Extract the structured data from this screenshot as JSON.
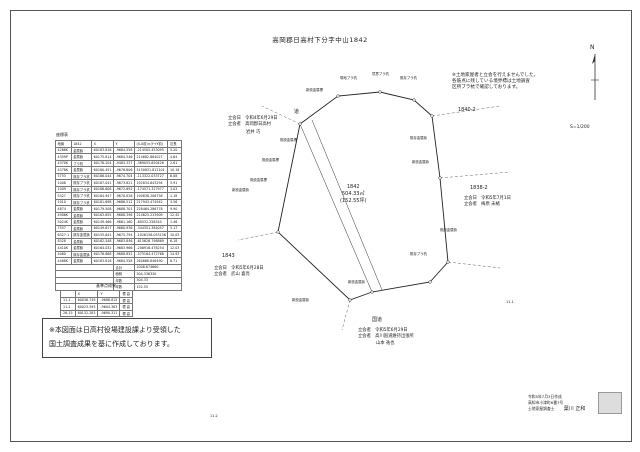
{
  "title": "高岡郡日高村下分字中山1842",
  "north_label": "N",
  "scale": "S=1/200",
  "notice": [
    "※土地家屋者と立会を行えませんでした。",
    "各筋点に残している境界標は土地調査",
    "区所ブラ杭で確認しております。"
  ],
  "neighbors": {
    "road_top": "道",
    "road_top_witness": [
      "立会日　令和4年6月29日",
      "立会者　高岡郡日高村"
    ],
    "road_top_name": "岩井 巧",
    "right_lot": "1840-2",
    "right_lot2": "1838-2",
    "right_witness": [
      "立会日　令和5年7月1日",
      "立会者　梅原 未緒"
    ],
    "left_lot": "1843",
    "left_witness": [
      "立会日　令和5年6月28日",
      "立会者　武山 喜亮"
    ],
    "bottom_road": "国道",
    "bottom_witness": [
      "立会者　令和5年6月29日",
      "立会者　高川国道維持出張所"
    ],
    "bottom_name": "山本 祐也"
  },
  "lot": {
    "number": "1842",
    "area": "504.33㎡",
    "area2": "(152.55坪)"
  },
  "point_labels": [
    "現地プラ杭",
    "境界プラ杭",
    "既存プラ杭",
    "新設金属標",
    "既設金属標",
    "既設金属標",
    "既設金属標",
    "新設金属鋲",
    "既存金属鋲",
    "新設金属鋲",
    "既設金属鋲",
    "既存プラ杭",
    "新設金属鋲",
    "新設金属鋲"
  ],
  "coord_caption": "座標表",
  "coord_headers": [
    "地番",
    "1842",
    "X",
    "Y",
    "(X-X前)×(Y+Y前)",
    "辺長"
  ],
  "coord_rows": [
    [
      "4268K",
      "金属鋲",
      "60183.816",
      "-9684.558",
      "-214505.453095",
      "5.20"
    ],
    [
      "4359P",
      "金属鋲",
      "60175.814",
      "-9684.546",
      "214682.884027",
      "4.64"
    ],
    [
      "4370K",
      "プラ杭",
      "60176.204",
      "-9483.337",
      "-369055.650426",
      "2.81"
    ],
    [
      "4378K",
      "金属鋲",
      "60180.451",
      "-9676.806",
      "5150831.812101",
      "10.18"
    ],
    [
      "5753",
      "既存プラ杭",
      "60186.044",
      "-9674.704",
      "-113322.033727",
      "6.08"
    ],
    [
      "1008",
      "既存プラ杭",
      "60187.041",
      "-9673.821",
      "192834.643294",
      "3.91"
    ],
    [
      "1009",
      "既存プラ杭",
      "60186.608",
      "-9672.692",
      "-174571.327977",
      "3.03"
    ],
    [
      "5327",
      "既存プラ杭",
      "60184.947",
      "-9670.026",
      "190838.206758",
      "1.18"
    ],
    [
      "1010",
      "既存プラ杭",
      "60181.698",
      "-9686.512",
      "217943.474942",
      "3.56"
    ],
    [
      "4874",
      "金属鋲",
      "60179.508",
      "-9688.701",
      "228464.286778",
      "9.90"
    ],
    [
      "4906K",
      "金属鋲",
      "60163.655",
      "-9688.396",
      "214625.213909",
      "12.45"
    ],
    [
      "5024K",
      "金属鋲",
      "60149.466",
      "-9661.160",
      "-60532.258544",
      "1.46"
    ],
    [
      "7557",
      "金属鋲",
      "60149.617",
      "-9660.936",
      "-344351.384057",
      "5.17"
    ],
    [
      "6327-1",
      "既存金属鋲",
      "60155.641",
      "-9675.794",
      "-1026156.053156",
      "10.03"
    ],
    [
      "8328",
      "金属鋲",
      "60162.548",
      "-9683.846",
      "-615626.798869",
      "6.18"
    ],
    [
      "4410K",
      "金属鋲",
      "60164.032",
      "-9683.966",
      "-206916.478254",
      "12.03"
    ],
    [
      "4060",
      "既存金属鋲",
      "60176.868",
      "-9688.852",
      "-575164.472768",
      "14.93"
    ],
    [
      "4488K",
      "金属鋲",
      "60183.816",
      "-9684.558",
      "264668.846490",
      "8.71"
    ]
  ],
  "coord_summary": [
    [
      "合計",
      "1008.674660"
    ],
    [
      "面積",
      "504.336330"
    ],
    [
      "坪数",
      "504.33"
    ],
    [
      "坪数",
      "152.55"
    ]
  ],
  "bm_caption": "基準点成果",
  "bm_headers": [
    "",
    "X",
    "Y",
    "標 高"
  ],
  "bm_rows": [
    [
      "11-1",
      "60036.749",
      "-9686.815",
      "標 高"
    ],
    [
      "11-2",
      "60023.393",
      "-9604.383",
      "標 高"
    ],
    [
      "26-15",
      "60132.283",
      "-9690.311",
      "標 高"
    ]
  ],
  "note": [
    "※本図面は日高村役場建設課より受領した",
    "国土調査成果を基に作成しております。"
  ],
  "stamp": {
    "date": "令和5年7月3日作成",
    "address": "高知市小津町6番7号",
    "title_line": "土地家屋調査士",
    "name": "葉川 正和"
  },
  "margin_labels": [
    "11-1",
    "11-2"
  ]
}
